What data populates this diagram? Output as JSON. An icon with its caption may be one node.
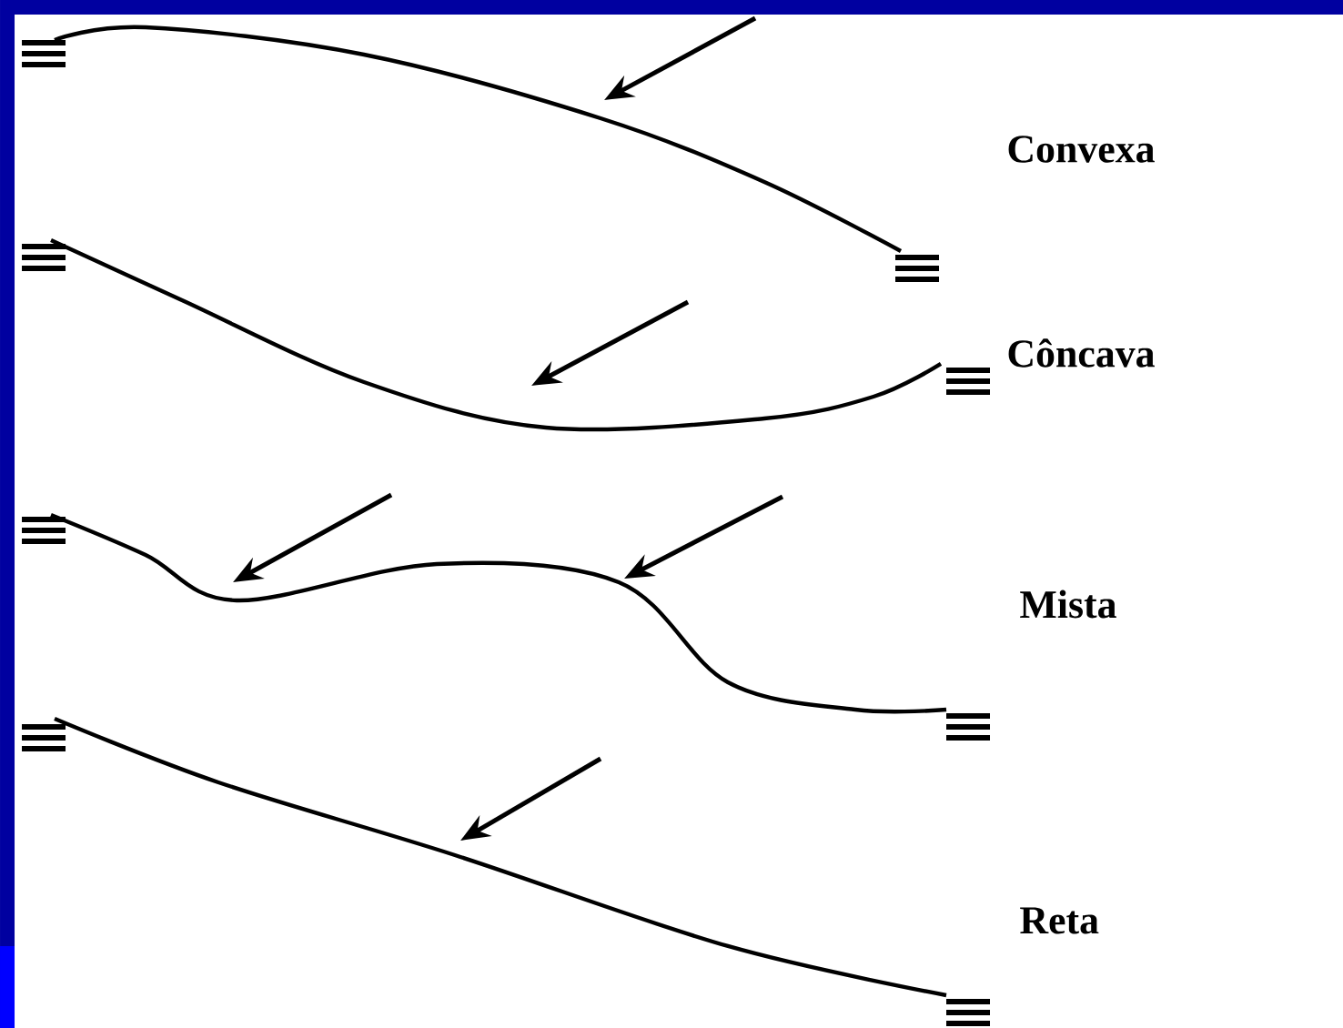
{
  "diagram": {
    "labels": [
      "Convexa",
      "Côncava",
      "Mista",
      "Reta"
    ]
  }
}
